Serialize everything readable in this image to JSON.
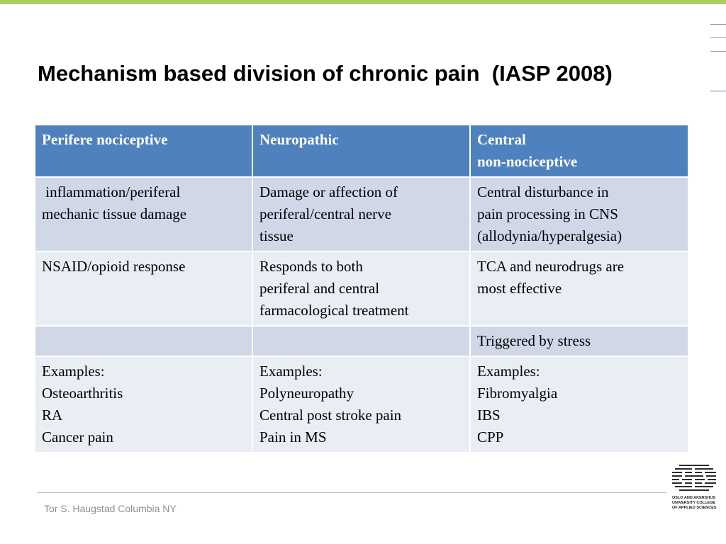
{
  "title": "Mechanism based division of chronic pain  (IASP 2008)",
  "colors": {
    "accent_bar": "#a9cf5e",
    "header_bg": "#4e81bd",
    "row_odd_bg": "#d0d8e8",
    "row_even_bg": "#e9edf4"
  },
  "table": {
    "headers": [
      [
        "Perifere nociceptive"
      ],
      [
        "Neuropathic"
      ],
      [
        "Central",
        "non-nociceptive"
      ]
    ],
    "rows": [
      [
        [
          " inflammation/periferal",
          "mechanic tissue damage"
        ],
        [
          "Damage or affection of",
          "periferal/central nerve",
          "tissue"
        ],
        [
          "Central disturbance in",
          "pain processing in CNS",
          "(allodynia/hyperalgesia)"
        ]
      ],
      [
        [
          "NSAID/opioid response"
        ],
        [
          "Responds to both",
          "periferal and central",
          "farmacological treatment"
        ],
        [
          "TCA and neurodrugs are",
          "most effective"
        ]
      ],
      [
        [],
        [],
        [
          "Triggered by stress"
        ]
      ],
      [
        [
          "Examples:",
          "Osteoarthritis",
          "RA",
          "Cancer pain"
        ],
        [
          "Examples:",
          "Polyneuropathy",
          "Central post stroke pain",
          "Pain in MS"
        ],
        [
          "Examples:",
          "Fibromyalgia",
          "IBS",
          "CPP"
        ]
      ]
    ]
  },
  "footer": {
    "text": "Tor S. Haugstad Columbia NY"
  },
  "logo": {
    "icon": "institution-logo-icon",
    "lines": [
      "OSLO AND AKERSHUS",
      "UNIVERSITY COLLEGE",
      "OF APPLIED SCIENCES"
    ]
  }
}
